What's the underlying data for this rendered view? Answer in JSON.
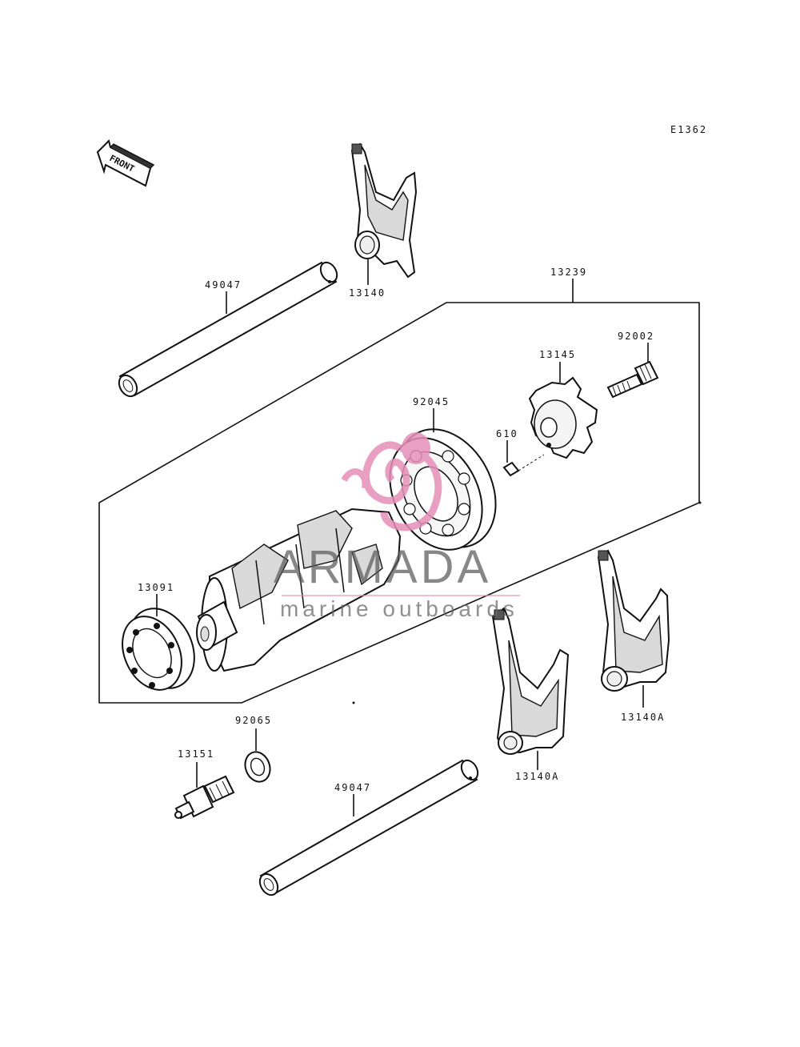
{
  "diagram_code": "E1362",
  "direction_label": "FRONT",
  "watermark": {
    "title": "ARMADA",
    "subtitle": "marine outboards",
    "accent_color": "#e58fb8",
    "text_color": "#5a5a5a"
  },
  "parts": [
    {
      "id": "p49047a",
      "label": "49047"
    },
    {
      "id": "p13140",
      "label": "13140"
    },
    {
      "id": "p13239",
      "label": "13239"
    },
    {
      "id": "p92002",
      "label": "92002"
    },
    {
      "id": "p13145",
      "label": "13145"
    },
    {
      "id": "p92045",
      "label": "92045"
    },
    {
      "id": "p610",
      "label": "610"
    },
    {
      "id": "p13091",
      "label": "13091"
    },
    {
      "id": "p13140Ab",
      "label": "13140A"
    },
    {
      "id": "p92065",
      "label": "92065"
    },
    {
      "id": "p13151",
      "label": "13151"
    },
    {
      "id": "p49047b",
      "label": "49047"
    },
    {
      "id": "p13140Aa",
      "label": "13140A"
    }
  ]
}
